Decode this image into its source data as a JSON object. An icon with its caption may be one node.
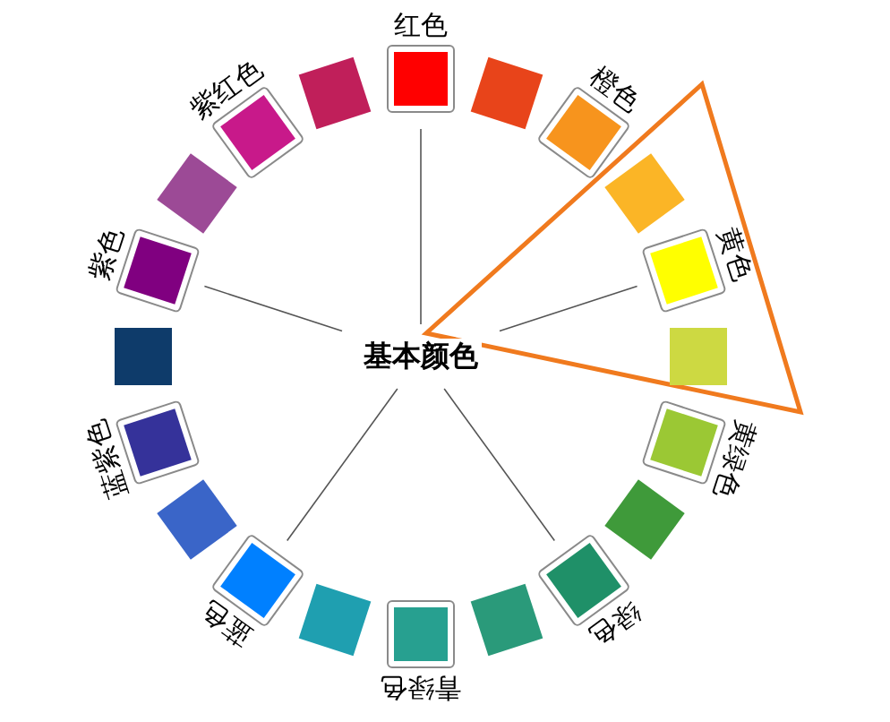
{
  "diagram": {
    "nodes": [
      {
        "text": [
          "基本颜色"
        ]
      },
      {
        "text": [
          "红色"
        ]
      },
      {
        "text": [],
        "shape": "box"
      },
      {
        "text": [
          "橙色"
        ]
      },
      {
        "text": [],
        "shape": "box"
      },
      {
        "text": [
          "黄色"
        ]
      },
      {
        "text": [],
        "shape": "box"
      },
      {
        "text": [
          "黄绿色"
        ]
      },
      {
        "text": [],
        "shape": "box"
      },
      {
        "text": [
          "绿色"
        ]
      },
      {
        "text": [],
        "shape": "box"
      },
      {
        "text": [
          "青绿色"
        ]
      },
      {
        "text": [],
        "shape": "box"
      },
      {
        "text": [
          "蓝色"
        ]
      },
      {
        "text": [],
        "shape": "box"
      },
      {
        "text": [
          "蓝紫色"
        ]
      },
      {
        "text": [],
        "shape": "box"
      },
      {
        "text": [
          "紫色"
        ]
      },
      {
        "text": [],
        "shape": "box"
      },
      {
        "text": [
          "紫红色"
        ]
      },
      {
        "text": [],
        "shape": "box"
      }
    ],
    "edges": [
      {
        "from": 0,
        "to": 1,
        "arrow": "none"
      },
      {
        "from": 0,
        "to": 5,
        "arrow": "none"
      },
      {
        "from": 0,
        "to": 9,
        "arrow": "none"
      },
      {
        "from": 0,
        "to": 13,
        "arrow": "none"
      },
      {
        "from": 0,
        "to": 17,
        "arrow": "none"
      }
    ]
  }
}
